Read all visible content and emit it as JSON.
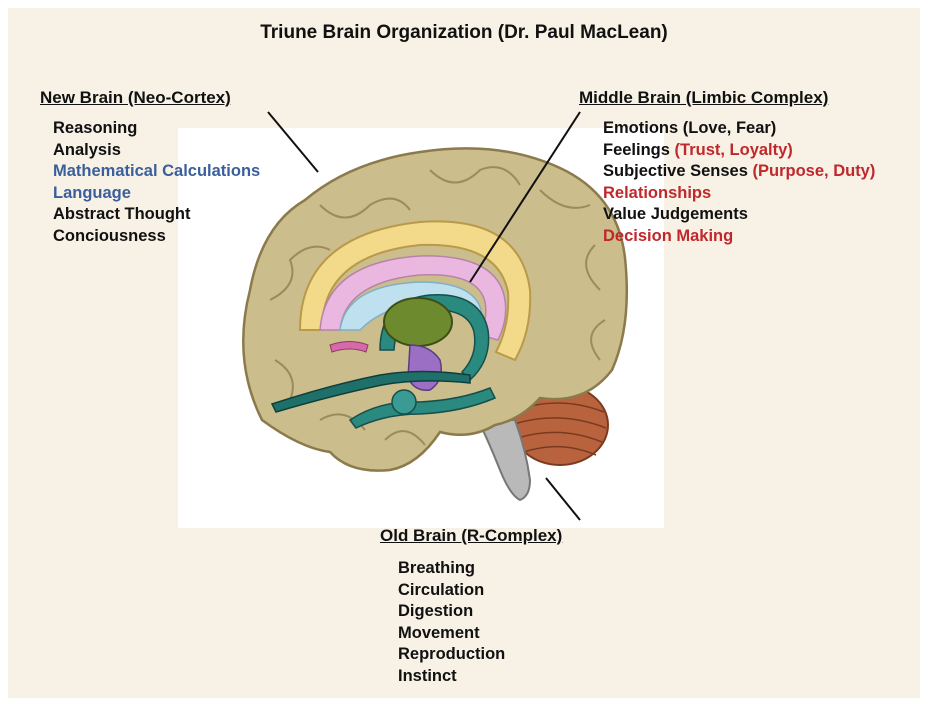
{
  "title": "Triune Brain Organization (Dr. Paul MacLean)",
  "new_brain": {
    "heading": "New Brain (Neo-Cortex)",
    "items": [
      {
        "text": "Reasoning",
        "color": "#111111"
      },
      {
        "text": "Analysis",
        "color": "#111111"
      },
      {
        "text": "Mathematical Calculations",
        "color": "#3a5f9a"
      },
      {
        "text": "Language",
        "color": "#3a5f9a"
      },
      {
        "text": "Abstract Thought",
        "color": "#111111"
      },
      {
        "text": "Conciousness",
        "color": "#111111"
      }
    ]
  },
  "middle_brain": {
    "heading": "Middle Brain (Limbic Complex)",
    "items": [
      {
        "text": "Emotions",
        "note": "(Love, Fear)",
        "color": "#111111",
        "note_color": "#111111"
      },
      {
        "text": "Feelings",
        "note": "(Trust, Loyalty)",
        "color": "#111111",
        "note_color": "#c0282c"
      },
      {
        "text": "Subjective Senses",
        "note": "(Purpose, Duty)",
        "color": "#111111",
        "note_color": "#c0282c"
      },
      {
        "text": "Relationships",
        "note": "",
        "color": "#c0282c",
        "note_color": ""
      },
      {
        "text": "Value Judgements",
        "note": "",
        "color": "#111111",
        "note_color": ""
      },
      {
        "text": "Decision Making",
        "note": "",
        "color": "#c0282c",
        "note_color": ""
      }
    ]
  },
  "old_brain": {
    "heading": "Old Brain (R-Complex)",
    "items": [
      {
        "text": "Breathing",
        "color": "#111111"
      },
      {
        "text": "Circulation",
        "color": "#111111"
      },
      {
        "text": "Digestion",
        "color": "#111111"
      },
      {
        "text": "Movement",
        "color": "#111111"
      },
      {
        "text": "Reproduction",
        "color": "#111111"
      },
      {
        "text": "Instinct",
        "color": "#111111"
      }
    ]
  },
  "colors": {
    "background": "#f7f1e6",
    "cortex": "#cbbd8c",
    "cingulate": "#f3d98a",
    "limbic_teal": "#1f6f6a",
    "thalamus": "#6e8a2e",
    "cerebellum": "#b8633e"
  }
}
